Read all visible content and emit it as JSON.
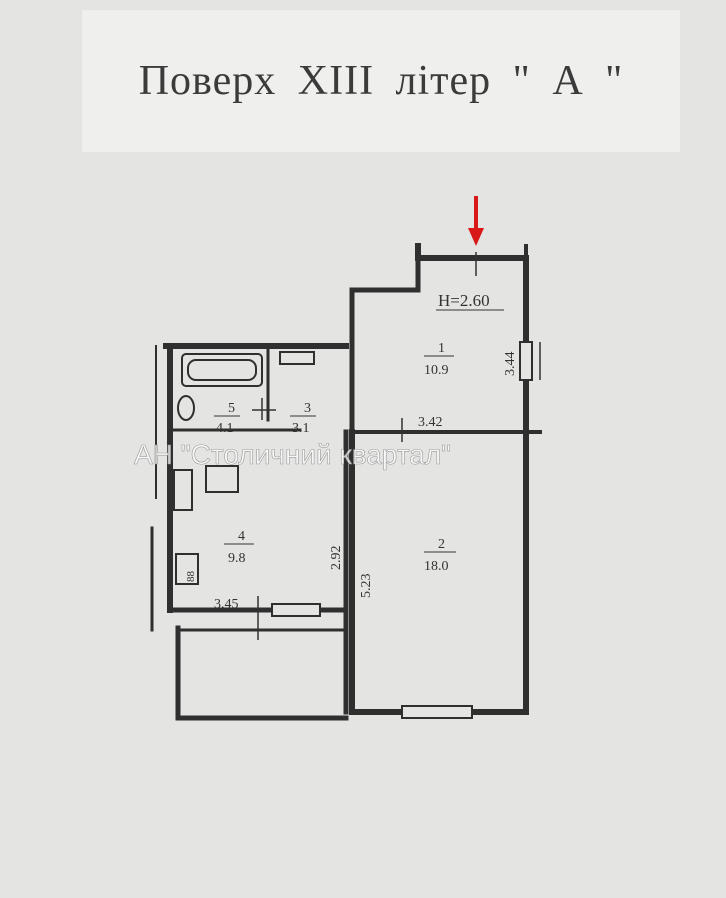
{
  "title": "Поверх  XIII  літер  \" А \"",
  "height_label": "H=2.60",
  "rooms": [
    {
      "number": "1",
      "area": "10.9"
    },
    {
      "number": "2",
      "area": "18.0"
    },
    {
      "number": "3",
      "area": "3.1"
    },
    {
      "number": "4",
      "area": "9.8"
    },
    {
      "number": "5",
      "area": "4.1"
    }
  ],
  "dimensions": {
    "room1_height": "3.44",
    "room1_width": "3.42",
    "room2_height": "5.23",
    "room4_height": "2.92",
    "room4_width": "3.45"
  },
  "fixture_labels": {
    "kitchen_unit": "88"
  },
  "watermark": "АН \"Столичний квартал\"",
  "colors": {
    "background": "#e4e4e2",
    "wall": "#2f2f2f",
    "arrow": "#d81818"
  }
}
